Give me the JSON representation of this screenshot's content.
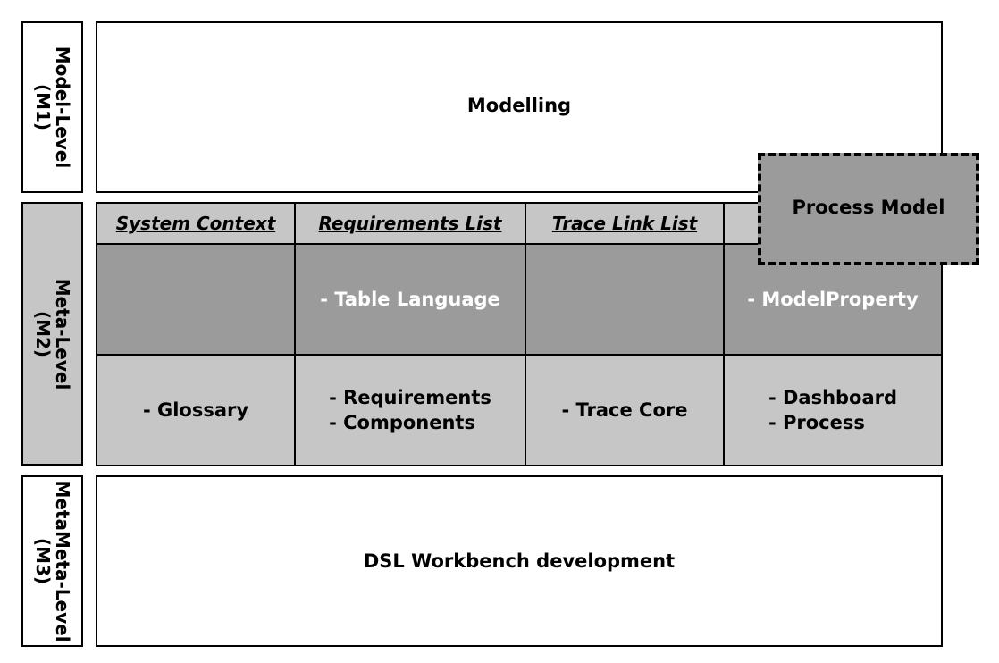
{
  "levels": {
    "m1": {
      "line1": "Model-Level",
      "line2": "(M1)"
    },
    "m2": {
      "line1": "Meta-Level",
      "line2": "(M2)"
    },
    "m3": {
      "line1": "MetaMeta-Level",
      "line2": "(M3)"
    }
  },
  "modelling": {
    "label": "Modelling"
  },
  "columns": [
    {
      "header": "System Context",
      "middle": "",
      "lower": [
        "- Glossary"
      ]
    },
    {
      "header": "Requirements List",
      "middle": "- Table Language",
      "lower": [
        "- Requirements",
        "- Components"
      ]
    },
    {
      "header": "Trace Link List",
      "middle": "",
      "lower": [
        "- Trace Core"
      ]
    },
    {
      "header": "",
      "middle": "- ModelProperty",
      "lower": [
        "- Dashboard",
        "- Process"
      ]
    }
  ],
  "process_model": {
    "label": "Process Model"
  },
  "dsl_workbench": {
    "label": "DSL Workbench development"
  },
  "colors": {
    "light_gray": "#c6c6c6",
    "dark_gray": "#9b9b9b"
  }
}
